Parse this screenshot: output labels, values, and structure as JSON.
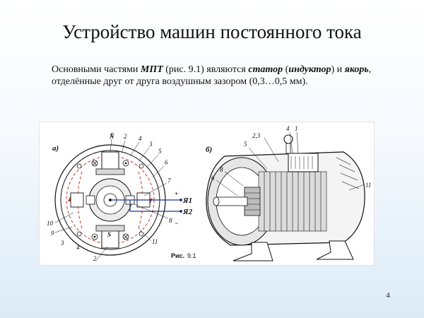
{
  "slide": {
    "title": "Устройство машин постоянного тока",
    "intro": {
      "t1": "Основными частями ",
      "b1": "МПТ",
      "t2": " (рис. 9.1) являются ",
      "b2": "статор",
      "t3": " (",
      "b3": "индуктор",
      "t4": ") и ",
      "b4": "якорь",
      "t5": ", отделённые друг от друга воздушным зазором (0,3…0,5 мм)."
    },
    "slide_number": "4"
  },
  "figure": {
    "panel_a": {
      "label": "а)",
      "pole_n": "N",
      "pole_s": "S",
      "plus": "+",
      "minus": "−",
      "terminal_1": "Я1",
      "terminal_2": "Я2",
      "numbers": [
        "1",
        "2",
        "4",
        "3",
        "5",
        "6",
        "7",
        "8",
        "10",
        "9",
        "3",
        "4",
        "2",
        "11"
      ]
    },
    "panel_b": {
      "label": "б)",
      "numbers": [
        "2,3",
        "4",
        "1",
        "5",
        "8",
        "6",
        "11"
      ]
    },
    "caption_prefix": "Рис.",
    "caption_number": "9.1"
  }
}
